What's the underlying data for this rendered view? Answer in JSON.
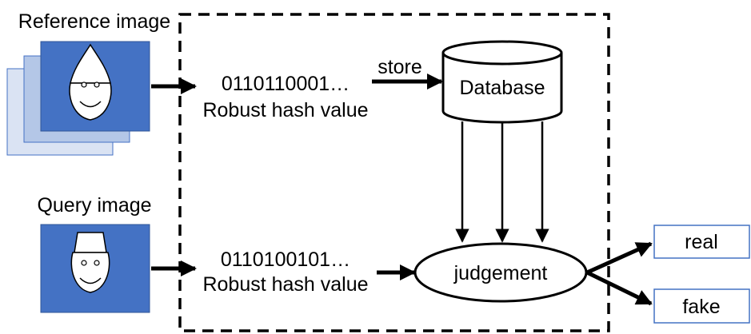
{
  "labels": {
    "reference_image": "Reference image",
    "query_image": "Query image",
    "ref_hash_bits": "0110110001…",
    "ref_hash_caption": "Robust hash value",
    "query_hash_bits": "0110100101…",
    "query_hash_caption": "Robust hash value",
    "store": "store",
    "database": "Database",
    "judgement": "judgement",
    "real": "real",
    "fake": "fake"
  },
  "colors": {
    "image_fill": "#4472C4",
    "stack_back_fill": "#DAE3F3",
    "stack_middle_fill": "#B4C7E7",
    "output_box_stroke": "#4472C4",
    "line": "#000000"
  },
  "icons": {
    "reference_face": "face-with-pointed-hat-icon",
    "query_face": "face-with-chef-hat-icon",
    "database": "database-cylinder-icon"
  }
}
